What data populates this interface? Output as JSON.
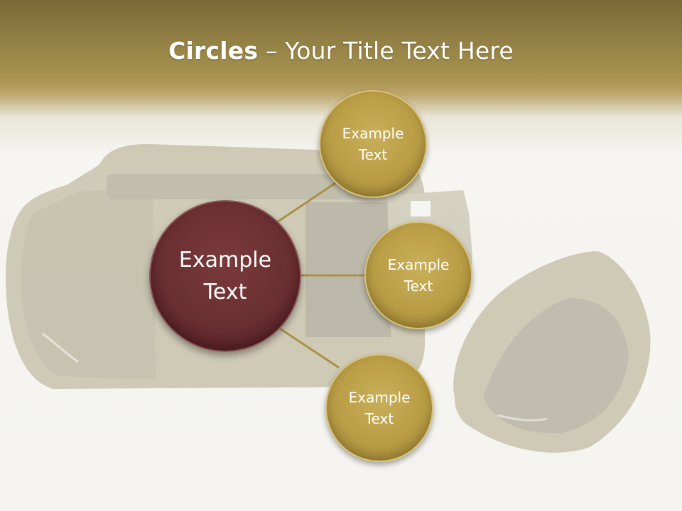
{
  "title": {
    "bold": "Circles",
    "rest": " – Your Title Text Here"
  },
  "colors": {
    "header": "#a8934e",
    "gold_circle": "#b99d45",
    "center_circle": "#6a2f31",
    "connector": "#a8914a"
  },
  "center": {
    "label": "Example Text"
  },
  "satellites": [
    {
      "label": "Example Text"
    },
    {
      "label": "Example Text"
    },
    {
      "label": "Example Text"
    }
  ]
}
